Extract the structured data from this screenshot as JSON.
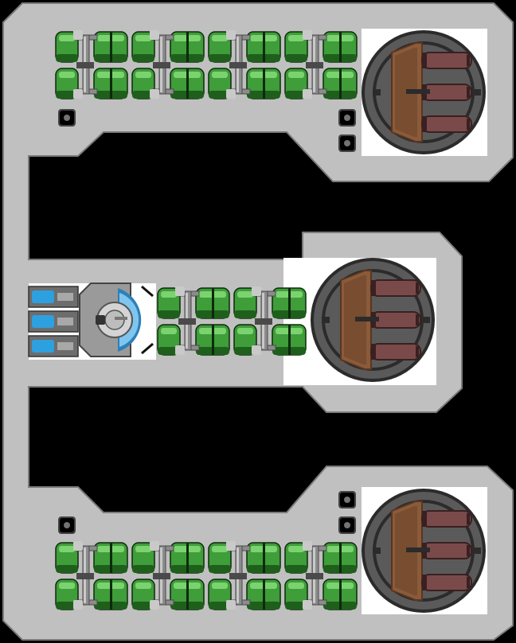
{
  "scene": {
    "hull_color": "#c0c0c0",
    "hull_outline": "#7a7a7a",
    "void_color": "#000000",
    "floor_color": "#ffffff"
  },
  "fuel_colors": {
    "light": "#7ad36e",
    "mid": "#3f9d3a",
    "dark": "#1f5f1c",
    "outline": "#0d2a0c"
  },
  "pipe_colors": {
    "light": "#c9c9c9",
    "mid": "#8c8c8c",
    "dark": "#4a4a4a"
  },
  "launcher_colors": {
    "ring": "#5a5a5a",
    "ring_dark": "#2b2b2b",
    "base": "#8a5b3a",
    "base_dark": "#5a3520",
    "barrel": "#7a4a4a",
    "barrel_dark": "#3a2020"
  },
  "indicator_colors": {
    "red": "#d11a1a",
    "cyan": "#19c6d6"
  },
  "core_colors": {
    "dome": "#7ec6ef",
    "dome_dark": "#2f7fb7",
    "cell": "#2da0e0",
    "metal": "#9a9a9a"
  },
  "icons": {
    "fuel_tank": "fuel-tank-icon",
    "missile_launcher": "missile-launcher-icon",
    "red_node": "red-node-icon",
    "cyan_node": "cyan-node-icon",
    "reactor_core": "reactor-core-icon",
    "power_cell": "power-cell-icon"
  },
  "modules": {
    "top_fuel_tanks": 4,
    "middle_fuel_tanks": 2,
    "bottom_fuel_tanks": 4,
    "launchers": 3,
    "power_cells": 3
  }
}
